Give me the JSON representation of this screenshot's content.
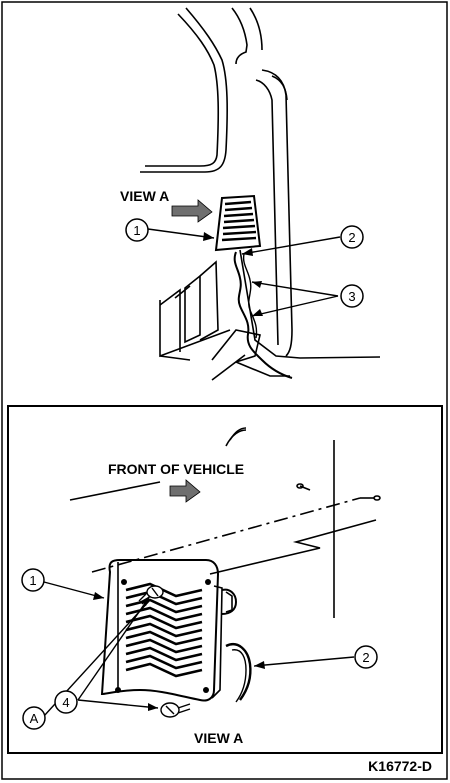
{
  "figure": {
    "view_a_label_top": "VIEW A",
    "view_a_label_bottom": "VIEW A",
    "front_of_vehicle": "FRONT OF VEHICLE",
    "figure_id": "K16772-D"
  },
  "callouts": {
    "top": {
      "c1": "1",
      "c2": "2",
      "c3": "3"
    },
    "bottom": {
      "c1": "1",
      "c2": "2",
      "c4": "4",
      "cA": "A"
    }
  }
}
